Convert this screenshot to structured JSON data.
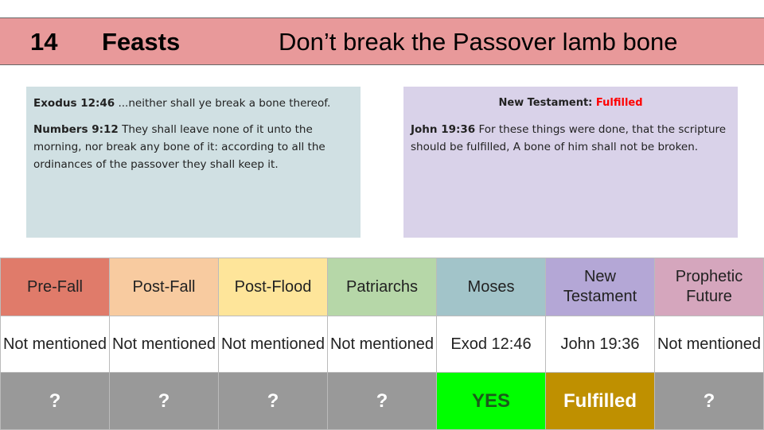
{
  "header": {
    "number": "14",
    "section": "Feasts",
    "title": "Don’t break the Passover lamb bone"
  },
  "old_testament": {
    "verses": [
      {
        "ref": "Exodus 12:46",
        "text": " ...neither shall ye break a bone thereof."
      },
      {
        "ref": "Numbers 9:12",
        "text": " They shall leave none of it unto the morning, nor break any bone of it: according to all the ordinances of the passover they shall keep it."
      }
    ]
  },
  "new_testament": {
    "label": "New Testament: ",
    "status": "Fulfilled",
    "verse": {
      "ref": "John 19:36",
      "text": " For these things were done, that the scripture should be fulfilled, A bone of him shall not be broken."
    }
  },
  "table": {
    "columns": [
      {
        "era": "Pre-Fall",
        "ref": "Not mentioned",
        "result": "?",
        "color": "#e07b6a",
        "result_color": "#999999"
      },
      {
        "era": "Post-Fall",
        "ref": "Not mentioned",
        "result": "?",
        "color": "#f8cba0",
        "result_color": "#999999"
      },
      {
        "era": "Post-Flood",
        "ref": "Not mentioned",
        "result": "?",
        "color": "#fee59a",
        "result_color": "#999999"
      },
      {
        "era": "Patriarchs",
        "ref": "Not mentioned",
        "result": "?",
        "color": "#b6d7a8",
        "result_color": "#999999"
      },
      {
        "era": "Moses",
        "ref": "Exod 12:46",
        "result": "YES",
        "color": "#a2c4c9",
        "result_color": "#00ff00"
      },
      {
        "era": "New Testament",
        "ref": "John 19:36",
        "result": "Fulfilled",
        "color": "#b4a7d6",
        "result_color": "#bf9000"
      },
      {
        "era": "Prophetic Future",
        "ref": "Not mentioned",
        "result": "?",
        "color": "#d5a6bd",
        "result_color": "#999999"
      }
    ]
  }
}
